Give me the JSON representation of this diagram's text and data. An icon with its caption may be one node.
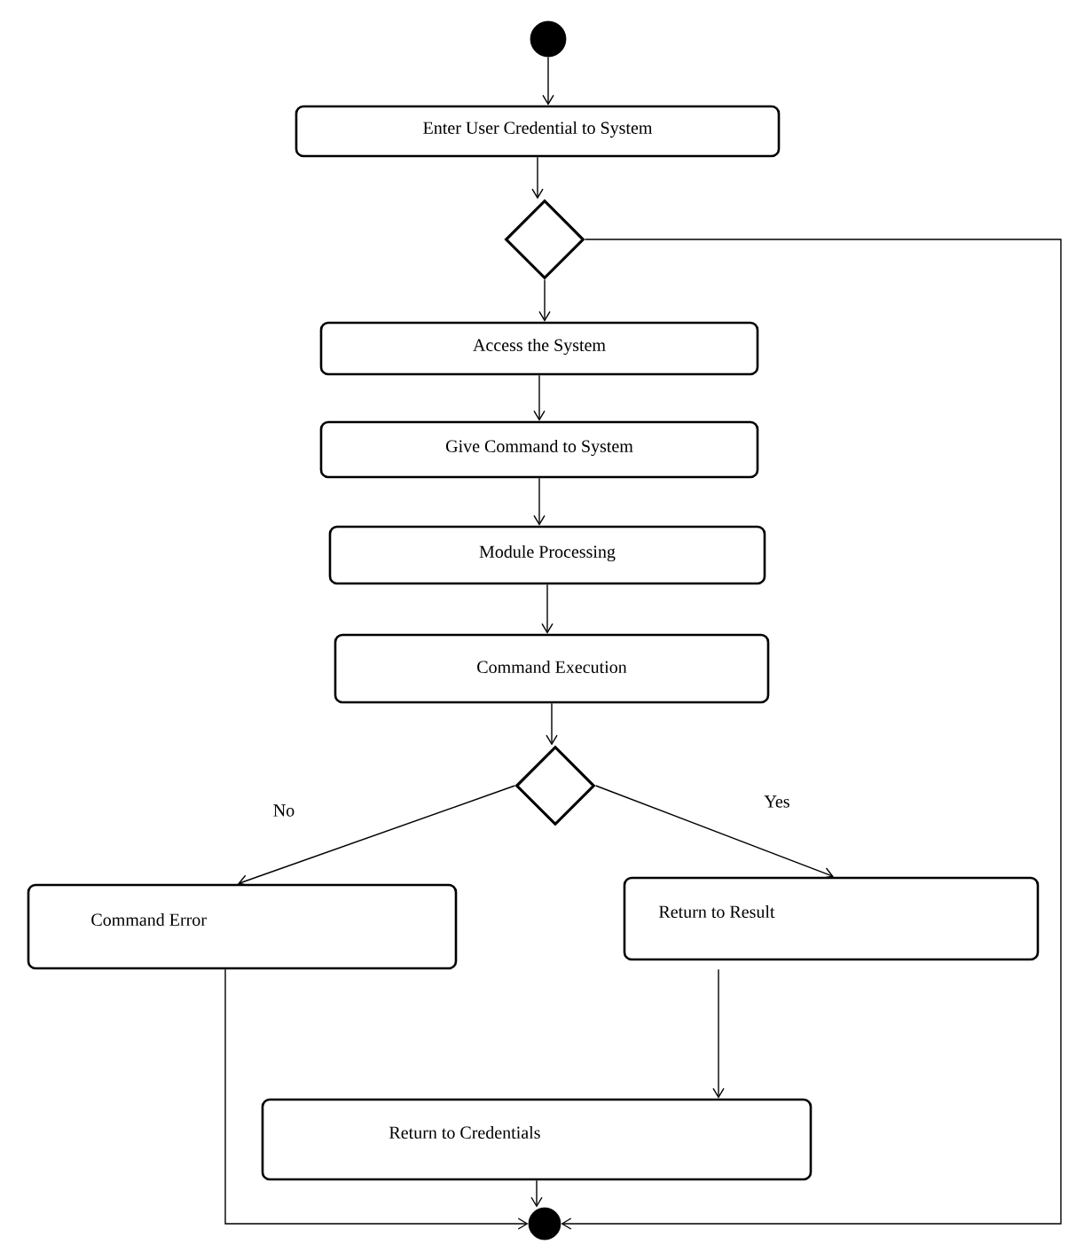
{
  "diagram": {
    "nodes": [
      {
        "text": [],
        "shape": "circle"
      },
      {
        "text": [
          "Enter User Credential to System"
        ]
      },
      {
        "text": [],
        "shape": "diamond"
      },
      {
        "text": [
          "Access the System"
        ]
      },
      {
        "text": [
          "Give Command to System"
        ]
      },
      {
        "text": [
          "Module Processing"
        ]
      },
      {
        "text": [
          "Command Execution"
        ]
      },
      {
        "text": [],
        "shape": "diamond"
      },
      {
        "text": [
          "Command Error"
        ]
      },
      {
        "text": [
          "Return to Result"
        ]
      },
      {
        "text": [
          "Return to Credentials"
        ]
      },
      {
        "text": [],
        "shape": "circle"
      }
    ],
    "edges": [
      {
        "from": 0,
        "to": 1,
        "arrow": "to"
      },
      {
        "from": 1,
        "to": 2,
        "arrow": "to"
      },
      {
        "from": 2,
        "to": 3,
        "arrow": "to"
      },
      {
        "from": 3,
        "to": 4,
        "arrow": "to"
      },
      {
        "from": 4,
        "to": 5,
        "arrow": "to"
      },
      {
        "from": 5,
        "to": 6,
        "arrow": "to"
      },
      {
        "from": 6,
        "to": 7,
        "arrow": "to"
      },
      {
        "from": 7,
        "to": 8,
        "arrow": "to",
        "label": "No"
      },
      {
        "from": 7,
        "to": 9,
        "arrow": "to",
        "label": "Yes"
      },
      {
        "from": 9,
        "to": 10,
        "arrow": "to"
      },
      {
        "from": 10,
        "to": 11,
        "arrow": "to"
      },
      {
        "from": 8,
        "to": 11,
        "arrow": "to"
      },
      {
        "from": 2,
        "to": 11,
        "arrow": "to"
      }
    ]
  }
}
